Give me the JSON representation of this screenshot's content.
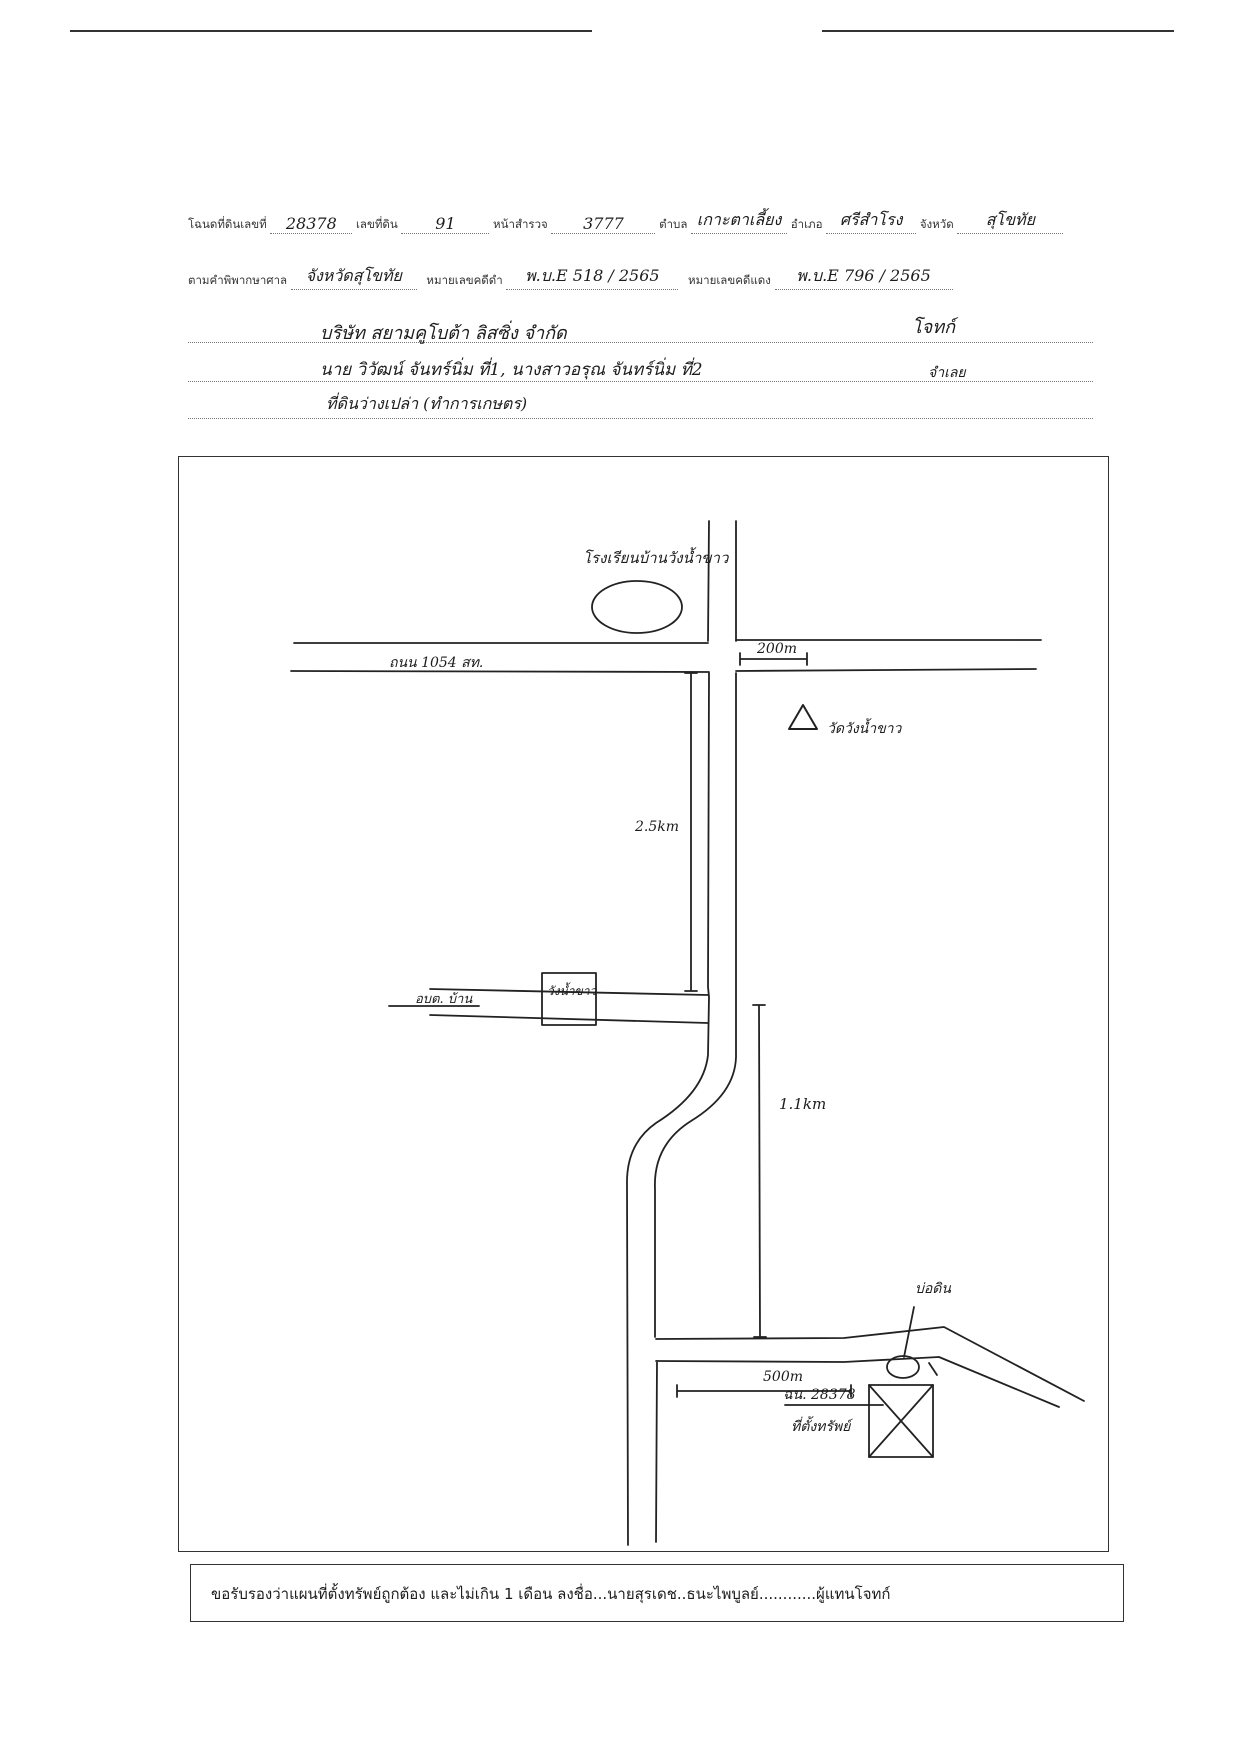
{
  "header": {
    "deed_label": "โฉนดที่ดินเลขที่",
    "deed_no": "28378",
    "land_no_label": "เลขที่ดิน",
    "land_no": "91",
    "survey_page_label": "หน้าสำรวจ",
    "survey_page": "3777",
    "subdistrict_label": "ตำบล",
    "subdistrict": "เกาะตาเลี้ยง",
    "district_label": "อำเภอ",
    "district": "ศรีสำโรง",
    "province_label": "จังหวัด",
    "province": "สุโขทัย",
    "court_label": "ตามคำพิพากษาศาล",
    "court": "จังหวัดสุโขทัย",
    "black_case_label": "หมายเลขคดีดำ",
    "black_case": "พ.บ.E 518 / 2565",
    "red_case_label": "หมายเลขคดีแดง",
    "red_case": "พ.บ.E 796 / 2565"
  },
  "parties": {
    "plaintiff": "บริษัท สยามคูโบต้า ลิสซิ่ง จำกัด",
    "plaintiff_role": "โจทก์",
    "defendant": "นาย วิวัฒน์ จันทร์นิ่ม ที่1, นางสาวอรุณ จันทร์นิ่ม ที่2",
    "defendant_role": "จำเลย",
    "land_use": "ที่ดินว่างเปล่า (ทำการเกษตร)"
  },
  "map": {
    "school_label": "โรงเรียนบ้านวังน้ำขาว",
    "road_label": "ถนน 1054 สท.",
    "distance_temple": "200m",
    "temple_label": "วัดวังน้ำขาว",
    "distance_north": "2.5km",
    "office_label": "อบต. บ้าน",
    "office_box_label": "วังน้ำขาว",
    "distance_south": "1.1km",
    "pond_label": "บ่อดิน",
    "distance_east": "500m",
    "plot_label": "ฉน. 28378",
    "plot_sub_label": "ที่ตั้งทรัพย์"
  },
  "certification": {
    "text": "ขอรับรองว่าแผนที่ตั้งทรัพย์ถูกต้อง และไม่เกิน 1 เดือน ลงชื่อ...นายสุรเดช..ธนะไพบูลย์............ผู้แทนโจทก์"
  }
}
